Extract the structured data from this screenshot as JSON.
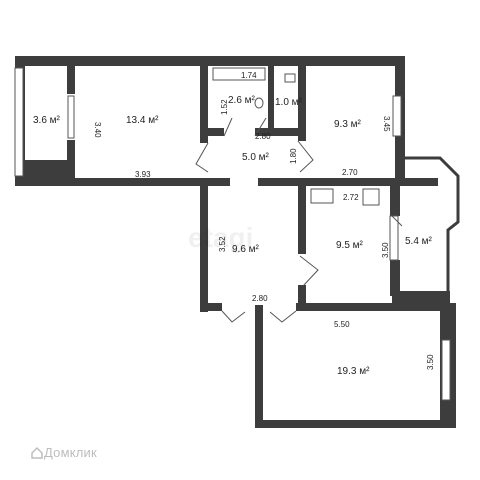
{
  "rooms": [
    {
      "id": "balcony-left",
      "area": "3.6 м²"
    },
    {
      "id": "room-left",
      "area": "13.4 м²"
    },
    {
      "id": "bathroom",
      "area": "2.6 м²"
    },
    {
      "id": "toilet",
      "area": "1.0 м²"
    },
    {
      "id": "room-top-right",
      "area": "9.3 м²"
    },
    {
      "id": "hall",
      "area": "5.0 м²"
    },
    {
      "id": "corridor",
      "area": "9.6 м²"
    },
    {
      "id": "kitchen",
      "area": "9.5 м²"
    },
    {
      "id": "balcony-right",
      "area": "5.4 м²"
    },
    {
      "id": "room-bottom",
      "area": "19.3 м²"
    }
  ],
  "dimensions": {
    "bath_length": "1.74",
    "bath_width": "1.52",
    "room_left_height": "3.40",
    "bath_bottom": "2.80",
    "room_right_height": "3.45",
    "hall_height": "1.80",
    "hall_width": "2.70",
    "left_wall": "3.93",
    "kitchen_width": "2.72",
    "corridor_height": "3.52",
    "kitchen_height": "3.50",
    "entry_width": "2.80",
    "bottom_room_width": "5.50",
    "bottom_room_height": "3.50"
  },
  "watermark": "etagi",
  "logo": {
    "text": "Домклик",
    "icon": "domclick-logo-icon"
  },
  "colors": {
    "wall": "#3d3d3d",
    "window": "#ffffff",
    "line": "#555555"
  }
}
